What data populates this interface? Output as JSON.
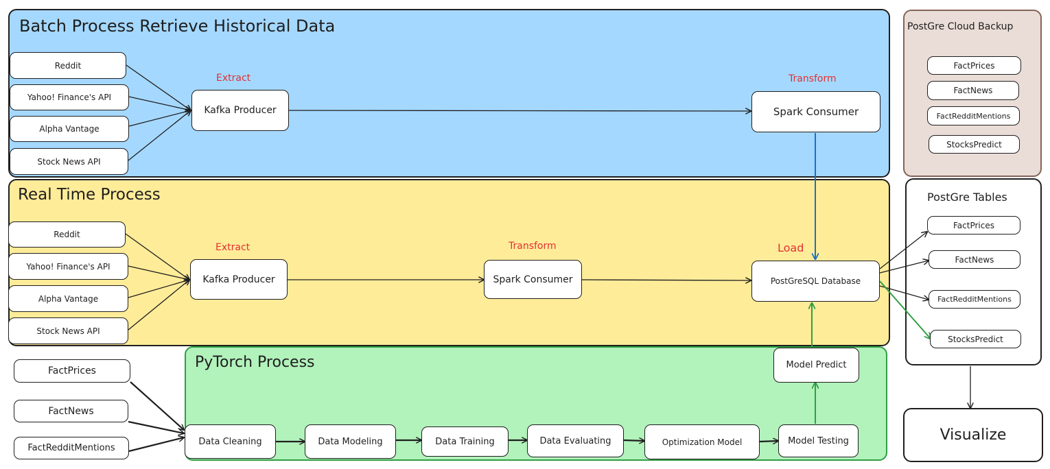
{
  "batch": {
    "title": "Batch Process Retrieve Historical Data",
    "sources": [
      "Reddit",
      "Yahoo! Finance's API",
      "Alpha Vantage",
      "Stock News API"
    ],
    "extract_label": "Extract",
    "producer": "Kafka Producer",
    "transform_label": "Transform",
    "consumer": "Spark Consumer"
  },
  "realtime": {
    "title": "Real Time Process",
    "sources": [
      "Reddit",
      "Yahoo! Finance's API",
      "Alpha Vantage",
      "Stock News API"
    ],
    "extract_label": "Extract",
    "producer": "Kafka Producer",
    "transform_label": "Transform",
    "consumer": "Spark Consumer",
    "load_label": "Load",
    "database": "PostGreSQL Database"
  },
  "cloud_backup": {
    "title": "PostGre Cloud Backup",
    "tables": [
      "FactPrices",
      "FactNews",
      "FactRedditMentions",
      "StocksPredict"
    ]
  },
  "postgre_tables": {
    "title": "PostGre Tables",
    "tables": [
      "FactPrices",
      "FactNews",
      "FactRedditMentions",
      "StocksPredict"
    ]
  },
  "visualize": "Visualize",
  "pytorch": {
    "title": "PyTorch Process",
    "inputs": [
      "FactPrices",
      "FactNews",
      "FactRedditMentions"
    ],
    "steps": [
      "Data Cleaning",
      "Data Modeling",
      "Data Training",
      "Data Evaluating",
      "Optimization Model",
      "Model Testing"
    ],
    "predict": "Model Predict"
  },
  "colors": {
    "batch_bg": "#a5d8ff",
    "realtime_bg": "#ffec99",
    "pytorch_bg": "#b2f2bb",
    "pytorch_border": "#2f9e44",
    "backup_bg": "#eaddd7",
    "backup_border": "#846358",
    "accent_red": "#e03131",
    "blue_arrow": "#1971c2",
    "green_arrow": "#2f9e44"
  }
}
